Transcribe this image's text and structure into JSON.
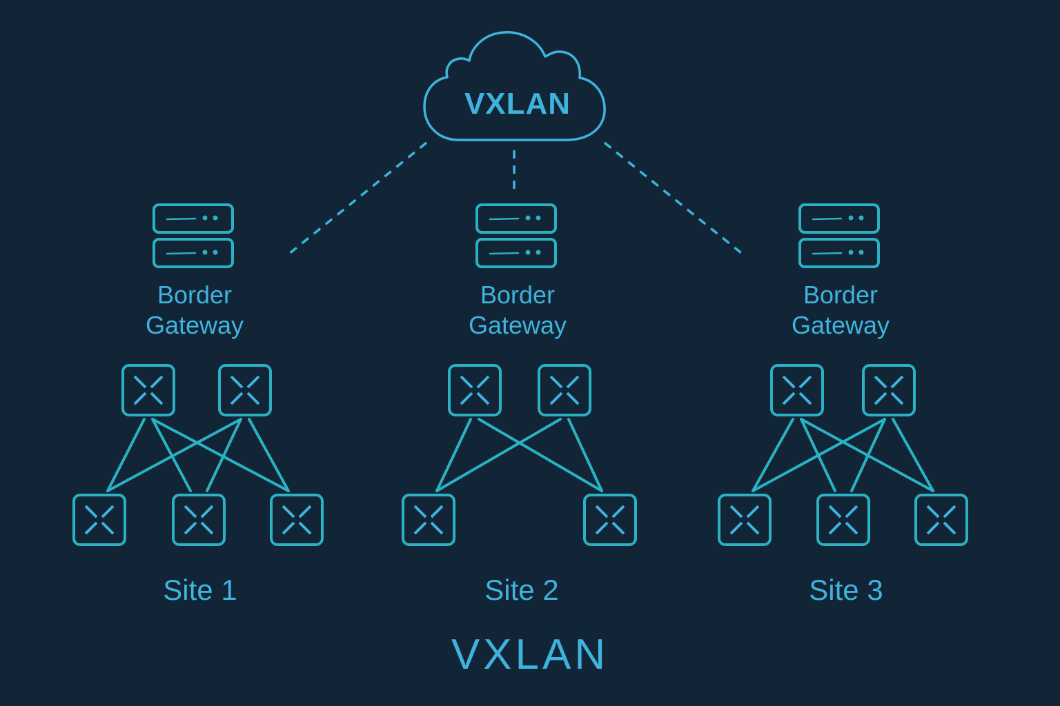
{
  "diagram": {
    "title": "VXLAN",
    "cloud": {
      "label": "VXLAN",
      "icon": "cloud-icon"
    },
    "colors": {
      "background": "#112536",
      "accent": "#3fb3de",
      "node": "#2bb1c4",
      "link": "#2bb1c4",
      "dashed": "#3fb3de"
    },
    "sites": [
      {
        "label": "Site 1",
        "gateway": {
          "line1": "Border",
          "line2": "Gateway",
          "icon": "server-icon"
        },
        "spines": 2,
        "leaves": 3,
        "links": [
          [
            0,
            0
          ],
          [
            0,
            1
          ],
          [
            0,
            2
          ],
          [
            1,
            0
          ],
          [
            1,
            1
          ],
          [
            1,
            2
          ]
        ]
      },
      {
        "label": "Site 2",
        "gateway": {
          "line1": "Border",
          "line2": "Gateway",
          "icon": "server-icon"
        },
        "spines": 2,
        "leaves": 2,
        "links": [
          [
            0,
            0
          ],
          [
            0,
            1
          ],
          [
            1,
            0
          ],
          [
            1,
            1
          ]
        ]
      },
      {
        "label": "Site 3",
        "gateway": {
          "line1": "Border",
          "line2": "Gateway",
          "icon": "server-icon"
        },
        "spines": 2,
        "leaves": 3,
        "links": [
          [
            0,
            0
          ],
          [
            0,
            1
          ],
          [
            0,
            2
          ],
          [
            1,
            0
          ],
          [
            1,
            1
          ],
          [
            1,
            2
          ]
        ]
      }
    ],
    "cloud_links": [
      {
        "to": "site-1",
        "style": "dashed"
      },
      {
        "to": "site-2",
        "style": "dashed"
      },
      {
        "to": "site-3",
        "style": "dashed"
      }
    ]
  }
}
